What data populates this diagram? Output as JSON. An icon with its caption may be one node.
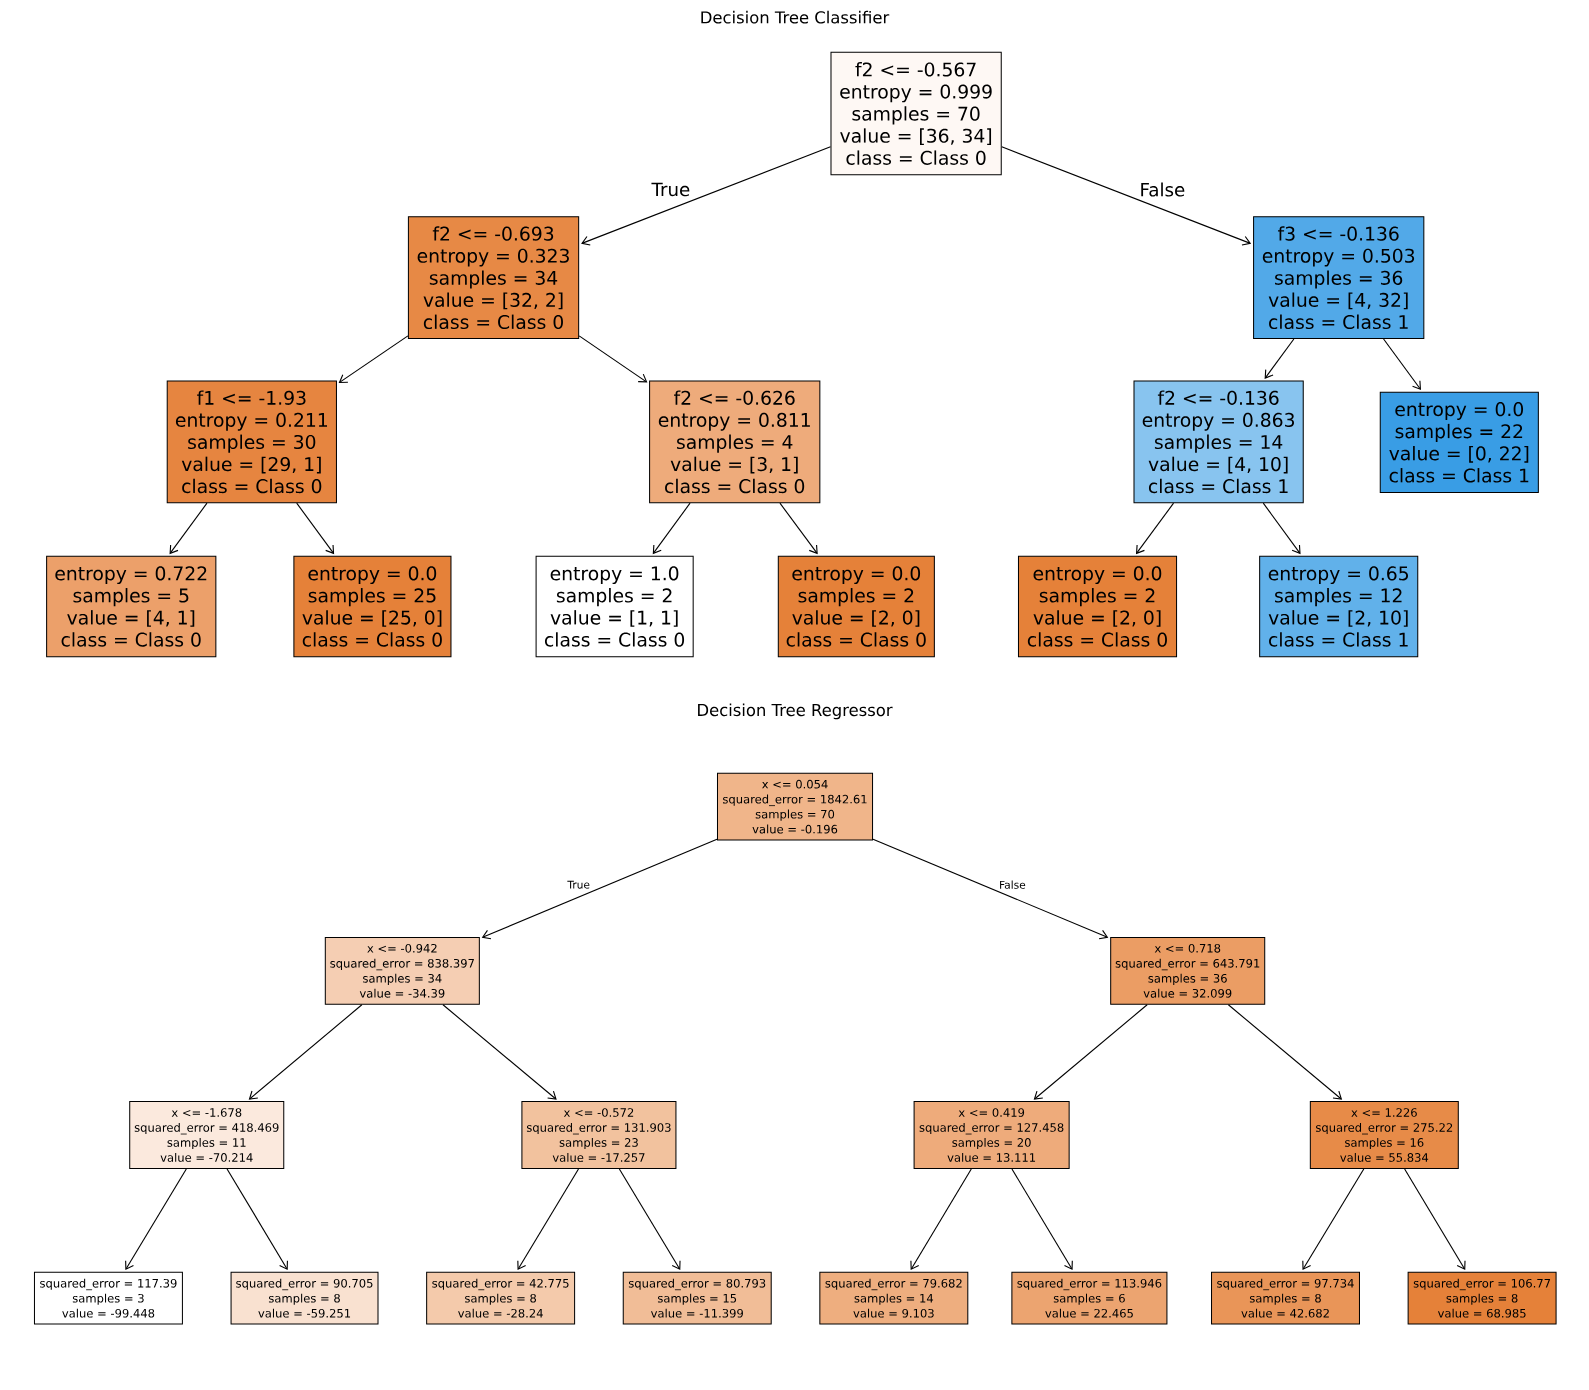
{
  "diagram": {
    "nodes": [
      {
        "text": [
          "f2 <= -0.567",
          "entropy = 0.999",
          "samples = 70",
          "value = [36, 34]",
          "class = Class 0"
        ]
      },
      {
        "text": [
          "f2 <= -0.693",
          "entropy = 0.323",
          "samples = 34",
          "value = [32, 2]",
          "class = Class 0"
        ]
      },
      {
        "text": [
          "f3 <= -0.136",
          "entropy = 0.503",
          "samples = 36",
          "value = [4, 32]",
          "class = Class 1"
        ]
      },
      {
        "text": [
          "f1 <= -1.93",
          "entropy = 0.211",
          "samples = 30",
          "value = [29, 1]",
          "class = Class 0"
        ]
      },
      {
        "text": [
          "f2 <= -0.626",
          "entropy = 0.811",
          "samples = 4",
          "value = [3, 1]",
          "class = Class 0"
        ]
      },
      {
        "text": [
          "f2 <= -0.136",
          "entropy = 0.863",
          "samples = 14",
          "value = [4, 10]",
          "class = Class 1"
        ]
      },
      {
        "text": [
          "entropy = 0.0",
          "samples = 22",
          "value = [0, 22]",
          "class = Class 1"
        ]
      },
      {
        "text": [
          "entropy = 0.722",
          "samples = 5",
          "value = [4, 1]",
          "class = Class 0"
        ]
      },
      {
        "text": [
          "entropy = 0.0",
          "samples = 25",
          "value = [25, 0]",
          "class = Class 0"
        ]
      },
      {
        "text": [
          "entropy = 1.0",
          "samples = 2",
          "value = [1, 1]",
          "class = Class 0"
        ]
      },
      {
        "text": [
          "entropy = 0.0",
          "samples = 2",
          "value = [2, 0]",
          "class = Class 0"
        ]
      },
      {
        "text": [
          "entropy = 0.0",
          "samples = 2",
          "value = [2, 0]",
          "class = Class 0"
        ]
      },
      {
        "text": [
          "entropy = 0.65",
          "samples = 12",
          "value = [2, 10]",
          "class = Class 1"
        ]
      },
      {
        "text": [
          "x <= 0.054",
          "squared_error = 1842.61",
          "samples = 70",
          "value = -0.196"
        ]
      },
      {
        "text": [
          "x <= -0.942",
          "squared_error = 838.397",
          "samples = 34",
          "value = -34.39"
        ]
      },
      {
        "text": [
          "x <= 0.718",
          "squared_error = 643.791",
          "samples = 36",
          "value = 32.099"
        ]
      },
      {
        "text": [
          "x <= -1.678",
          "squared_error = 418.469",
          "samples = 11",
          "value = -70.214"
        ]
      },
      {
        "text": [
          "x <= -0.572",
          "squared_error = 131.903",
          "samples = 23",
          "value = -17.257"
        ]
      },
      {
        "text": [
          "x <= 0.419",
          "squared_error = 127.458",
          "samples = 20",
          "value = 13.111"
        ]
      },
      {
        "text": [
          "x <= 1.226",
          "squared_error = 275.22",
          "samples = 16",
          "value = 55.834"
        ]
      },
      {
        "text": [
          "squared_error = 117.39",
          "samples = 3",
          "value = -99.448"
        ]
      },
      {
        "text": [
          "squared_error = 90.705",
          "samples = 8",
          "value = -59.251"
        ]
      },
      {
        "text": [
          "squared_error = 42.775",
          "samples = 8",
          "value = -28.24"
        ]
      },
      {
        "text": [
          "squared_error = 80.793",
          "samples = 15",
          "value = -11.399"
        ]
      },
      {
        "text": [
          "squared_error = 79.682",
          "samples = 14",
          "value = 9.103"
        ]
      },
      {
        "text": [
          "squared_error = 113.946",
          "samples = 6",
          "value = 22.465"
        ]
      },
      {
        "text": [
          "squared_error = 97.734",
          "samples = 8",
          "value = 42.682"
        ]
      },
      {
        "text": [
          "squared_error = 106.77",
          "samples = 8",
          "value = 68.985"
        ]
      }
    ],
    "edges": [
      {
        "from": 0,
        "to": 1,
        "arrow": "to",
        "label": "True"
      },
      {
        "from": 0,
        "to": 2,
        "arrow": "to",
        "label": "False"
      },
      {
        "from": 1,
        "to": 3,
        "arrow": "to"
      },
      {
        "from": 1,
        "to": 4,
        "arrow": "to"
      },
      {
        "from": 2,
        "to": 5,
        "arrow": "to"
      },
      {
        "from": 2,
        "to": 6,
        "arrow": "to"
      },
      {
        "from": 3,
        "to": 7,
        "arrow": "to"
      },
      {
        "from": 3,
        "to": 8,
        "arrow": "to"
      },
      {
        "from": 4,
        "to": 9,
        "arrow": "to"
      },
      {
        "from": 4,
        "to": 10,
        "arrow": "to"
      },
      {
        "from": 5,
        "to": 11,
        "arrow": "to"
      },
      {
        "from": 5,
        "to": 12,
        "arrow": "to"
      },
      {
        "from": 13,
        "to": 14,
        "arrow": "to",
        "label": "True"
      },
      {
        "from": 13,
        "to": 15,
        "arrow": "to",
        "label": "False"
      },
      {
        "from": 14,
        "to": 16,
        "arrow": "to"
      },
      {
        "from": 14,
        "to": 17,
        "arrow": "to"
      },
      {
        "from": 15,
        "to": 18,
        "arrow": "to"
      },
      {
        "from": 15,
        "to": 19,
        "arrow": "to"
      },
      {
        "from": 16,
        "to": 20,
        "arrow": "to"
      },
      {
        "from": 16,
        "to": 21,
        "arrow": "to"
      },
      {
        "from": 17,
        "to": 22,
        "arrow": "to"
      },
      {
        "from": 17,
        "to": 23,
        "arrow": "to"
      },
      {
        "from": 18,
        "to": 24,
        "arrow": "to"
      },
      {
        "from": 18,
        "to": 25,
        "arrow": "to"
      },
      {
        "from": 19,
        "to": 26,
        "arrow": "to"
      },
      {
        "from": 19,
        "to": 27,
        "arrow": "to"
      }
    ],
    "labels": [
      "Decision Tree Classifier",
      "Decision Tree Regressor"
    ]
  }
}
